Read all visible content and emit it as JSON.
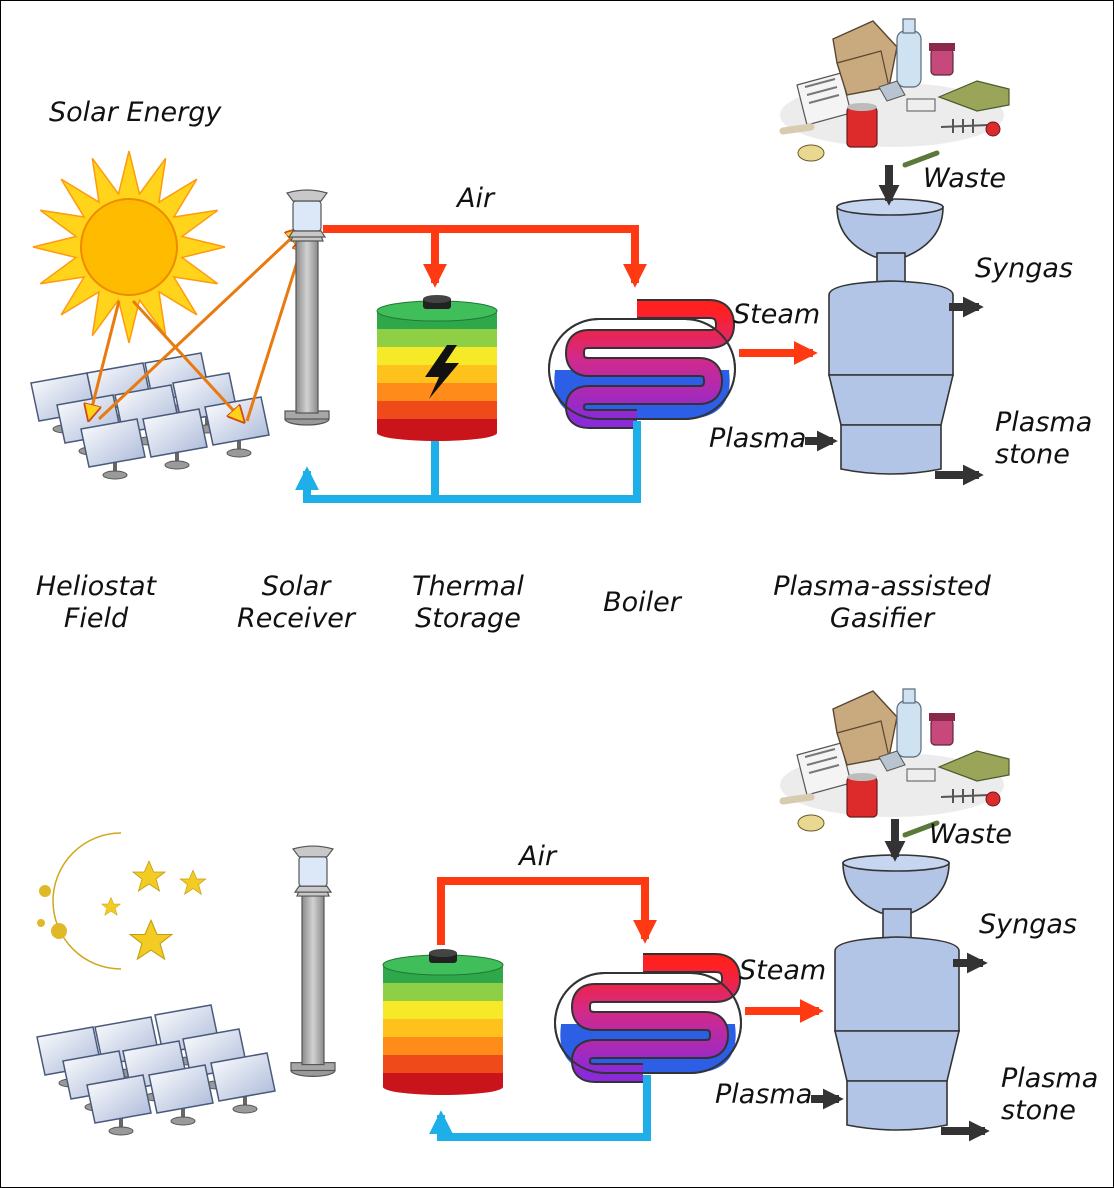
{
  "top_scenario": {
    "sun_label": "Solar Energy",
    "air_label": "Air",
    "steam_label": "Steam",
    "waste_label": "Waste",
    "syngas_label": "Syngas",
    "plasma_label": "Plasma",
    "plasma_stone_label": "Plasma stone"
  },
  "stages": [
    {
      "line1": "Heliostat",
      "line2": "Field"
    },
    {
      "line1": "Solar",
      "line2": "Receiver"
    },
    {
      "line1": "Thermal",
      "line2": "Storage"
    },
    {
      "line1": "Boiler",
      "line2": ""
    },
    {
      "line1": "Plasma-assisted",
      "line2": "Gasifier"
    }
  ],
  "bottom_scenario": {
    "air_label": "Air",
    "steam_label": "Steam",
    "waste_label": "Waste",
    "syngas_label": "Syngas",
    "plasma_label": "Plasma",
    "plasma_stone_label": "Plasma stone"
  },
  "colors": {
    "hot_flow": "#ff3a12",
    "cold_flow": "#1eaee8",
    "product_arrow": "#333333",
    "gasifier": "#b3c5e6",
    "sun": "#ffc400",
    "moon": "#f2d23c",
    "battery_bands": [
      "#2ea84a",
      "#8fcf45",
      "#f6ea28",
      "#ffc21c",
      "#ff8c1a",
      "#ee4a1a",
      "#c8141a"
    ]
  }
}
